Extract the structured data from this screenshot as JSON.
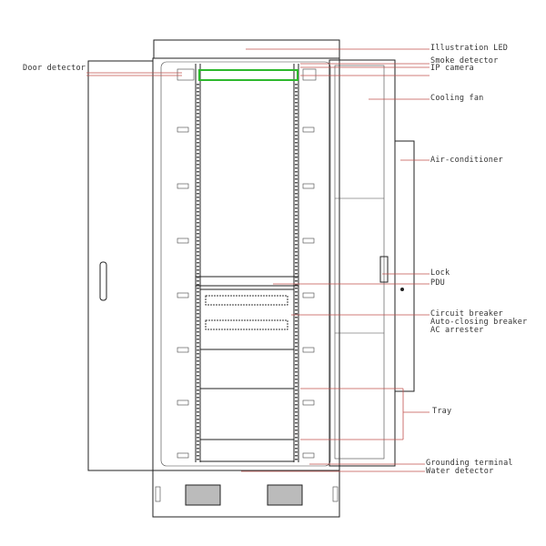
{
  "labels": {
    "illustration_led": "Illustration LED",
    "smoke_detector": "Smoke detector",
    "ip_camera": "IP camera",
    "cooling_fan": "Cooling fan",
    "air_conditioner": "Air-conditioner",
    "door_detector": "Door detector",
    "lock": "Lock",
    "pdu": "PDU",
    "circuit_breaker": "Circuit breaker",
    "auto_closing_breaker": "Auto-closing breaker",
    "ac_arrester": "AC arrester",
    "tray": "Tray",
    "grounding_terminal": "Grounding terminal",
    "water_detector": "Water detector"
  },
  "colors": {
    "leader": "#c0504d",
    "led": "#2db82d",
    "outline": "#222222"
  }
}
